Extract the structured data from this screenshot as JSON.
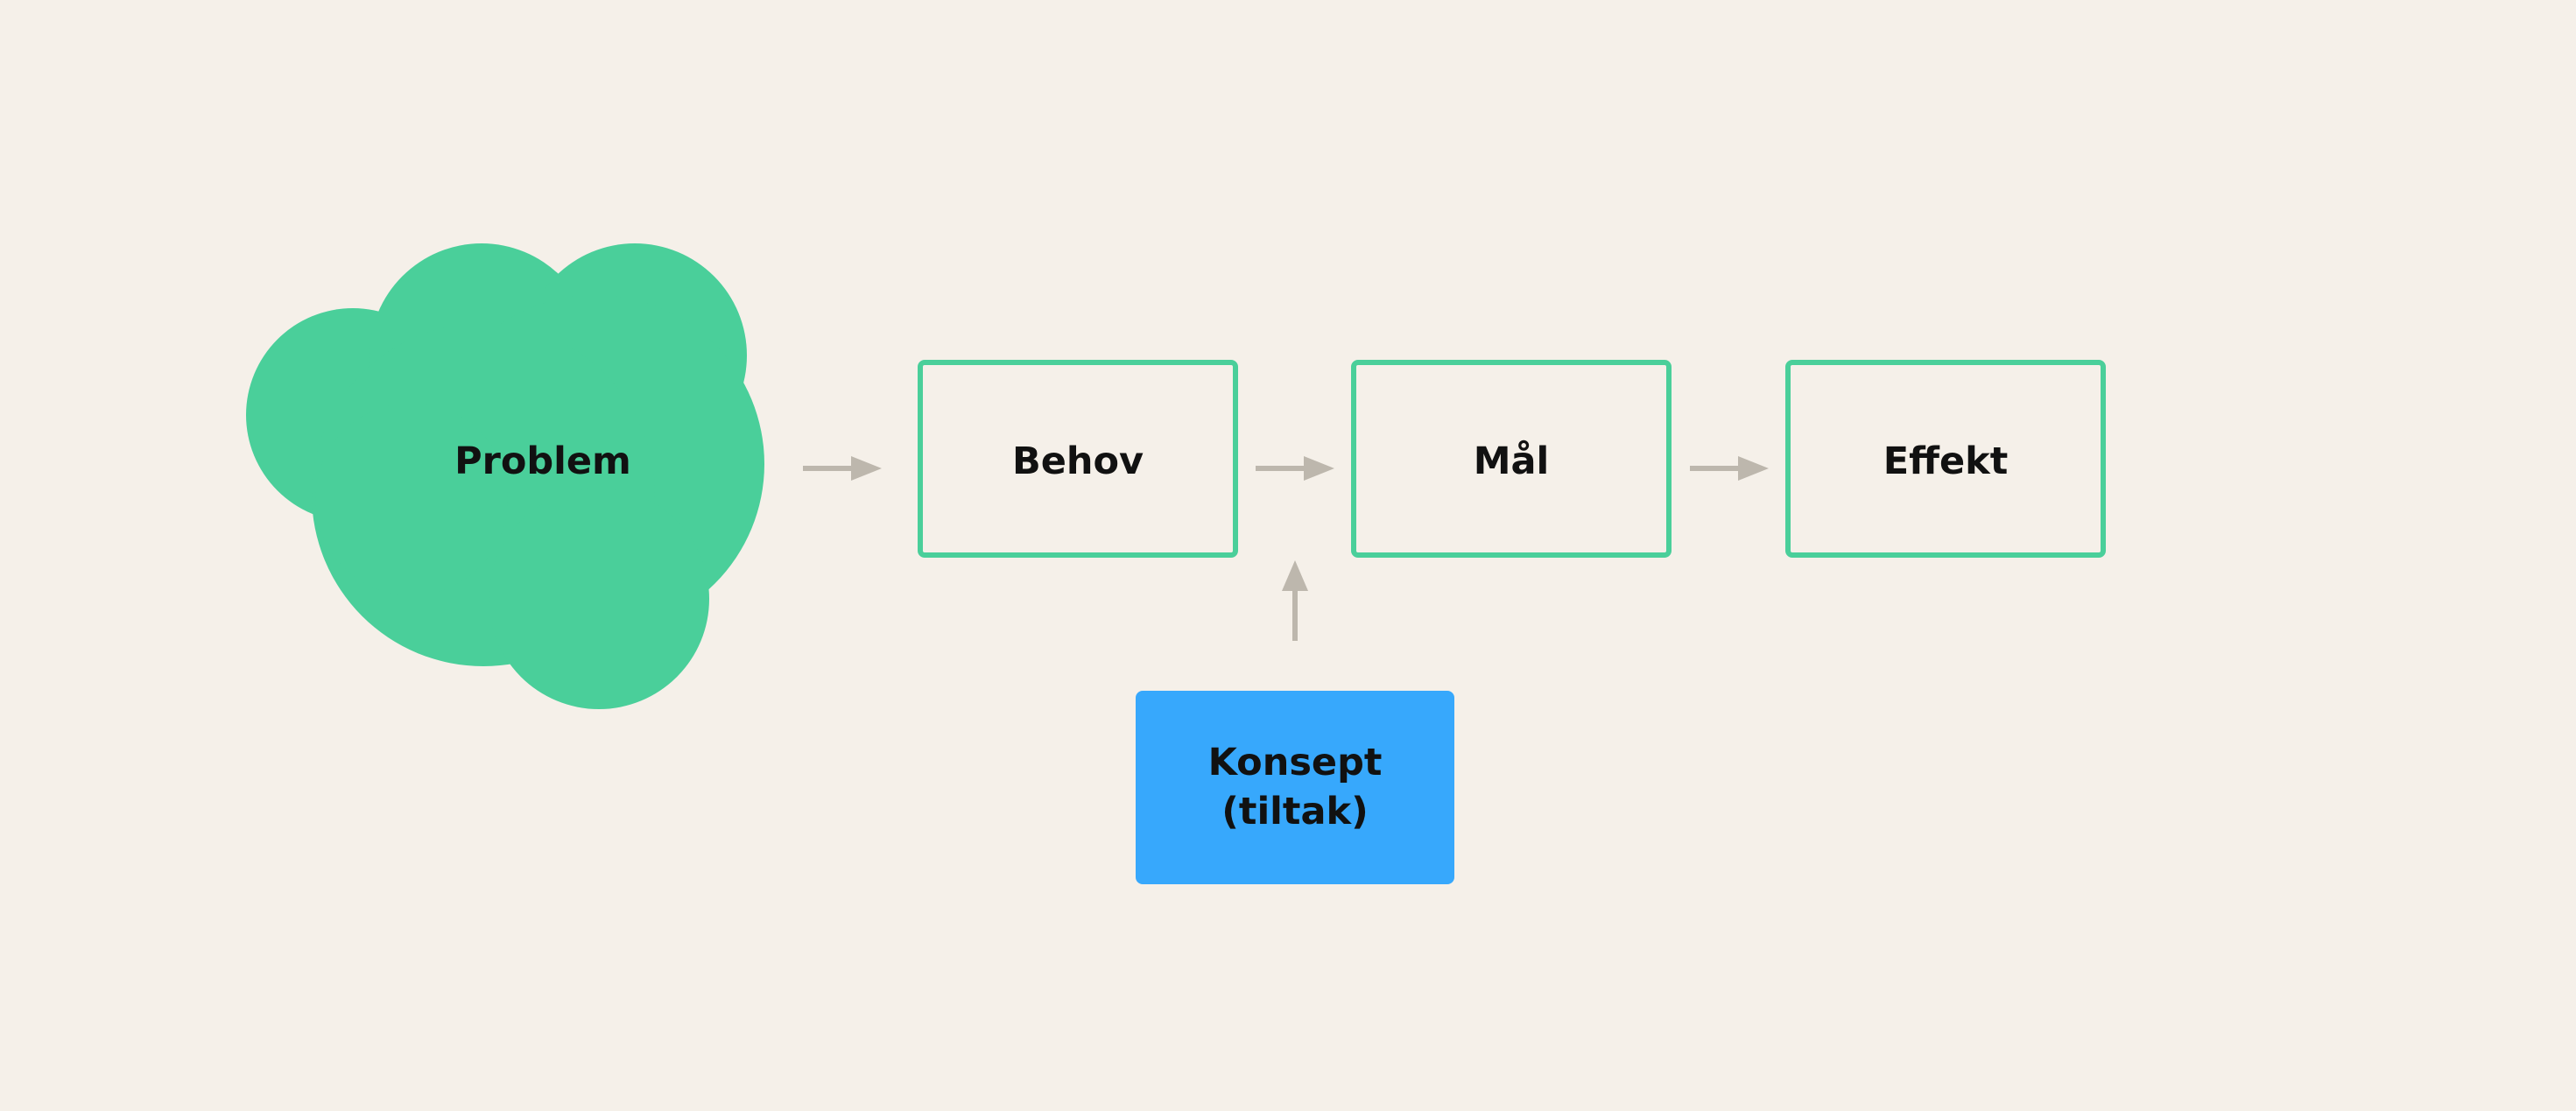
{
  "diagram": {
    "colors": {
      "background": "#f5f0e9",
      "cloud_fill": "#4acf9a",
      "box_border": "#4acf9a",
      "concept_fill": "#37a8fc",
      "arrow": "#bdb7ad",
      "text": "#111111"
    },
    "nodes": {
      "problem": {
        "label": "Problem",
        "shape": "cloud"
      },
      "behov": {
        "label": "Behov",
        "shape": "outlined-box"
      },
      "maal": {
        "label": "Mål",
        "shape": "outlined-box"
      },
      "effekt": {
        "label": "Effekt",
        "shape": "outlined-box"
      },
      "konsept": {
        "label": "Konsept\n(tiltak)",
        "shape": "filled-box"
      }
    },
    "edges": [
      {
        "from": "problem",
        "to": "behov"
      },
      {
        "from": "behov",
        "to": "maal"
      },
      {
        "from": "maal",
        "to": "effekt"
      },
      {
        "from": "konsept",
        "to": "behov-maal"
      }
    ]
  }
}
